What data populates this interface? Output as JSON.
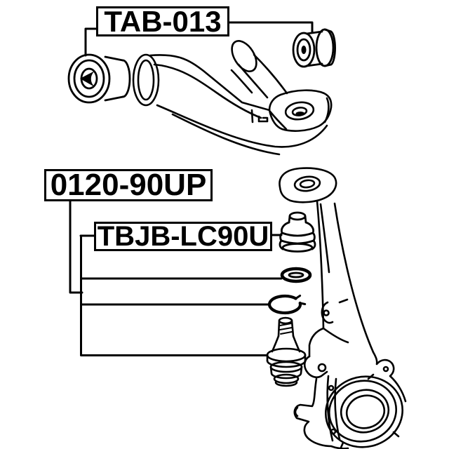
{
  "diagram": {
    "background_color": "#ffffff",
    "line_color": "#000000"
  },
  "labels": {
    "top": {
      "text": "TAB-013"
    },
    "middle": {
      "text": "0120-90UP"
    },
    "bottom": {
      "text": "TBJB-LC90U"
    }
  }
}
